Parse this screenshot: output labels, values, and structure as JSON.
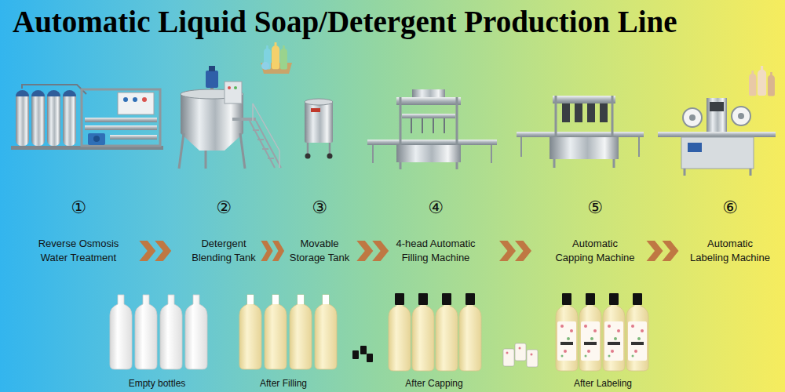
{
  "diagram": {
    "title": "Automatic Liquid Soap/Detergent Production Line",
    "nodes": [
      {
        "text": [
          "①",
          "Reverse Osmosis Water Treatment"
        ]
      },
      {
        "text": [
          "②",
          "Detergent Blending Tank"
        ]
      },
      {
        "text": [
          "③",
          "Movable Storage Tank"
        ]
      },
      {
        "text": [
          "④",
          "4-head Automatic Filling Machine"
        ]
      },
      {
        "text": [
          "⑤",
          "Automatic Capping Machine"
        ]
      },
      {
        "text": [
          "⑥",
          "Automatic Labeling Machine"
        ]
      }
    ],
    "edges": [
      {
        "from": 0,
        "to": 1,
        "arrow": "to"
      },
      {
        "from": 1,
        "to": 2,
        "arrow": "to"
      },
      {
        "from": 2,
        "to": 3,
        "arrow": "to"
      },
      {
        "from": 3,
        "to": 4,
        "arrow": "to"
      },
      {
        "from": 4,
        "to": 5,
        "arrow": "to"
      }
    ],
    "labels": [
      "Empty bottles",
      "After Filling",
      "After Capping",
      "After Labeling"
    ]
  }
}
